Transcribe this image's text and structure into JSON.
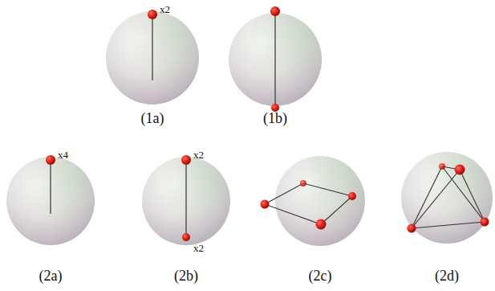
{
  "diagram": {
    "labels": [
      "x2",
      "(1a)",
      "(1b)",
      "x4",
      "x2",
      "x2",
      "(2a)",
      "(2b)",
      "(2c)",
      "(2d)"
    ]
  }
}
